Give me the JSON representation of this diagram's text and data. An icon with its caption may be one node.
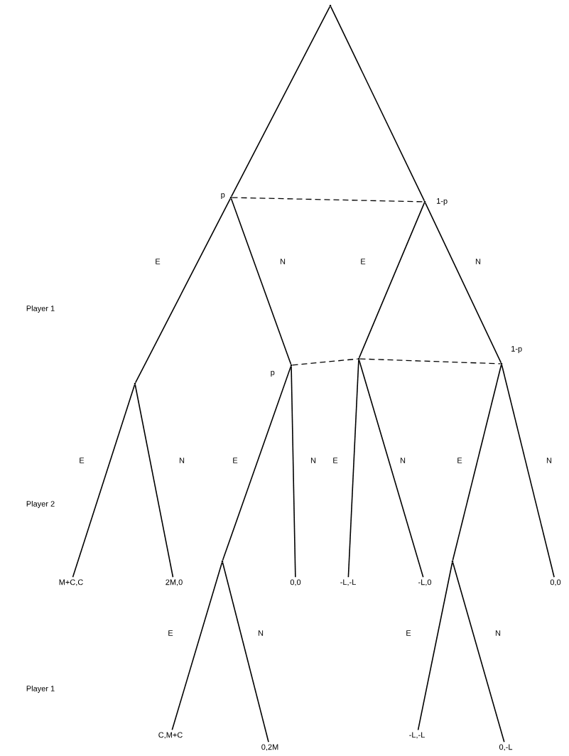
{
  "diagram": {
    "nodes": [
      {
        "text": [],
        "shape": "point"
      },
      {
        "text": [],
        "shape": "point",
        "beside": [
          "p"
        ]
      },
      {
        "text": [],
        "shape": "point",
        "beside": [
          "1-p"
        ]
      },
      {
        "text": [],
        "shape": "point"
      },
      {
        "text": [],
        "shape": "point",
        "beside": [
          "p"
        ]
      },
      {
        "text": [],
        "shape": "point"
      },
      {
        "text": [],
        "shape": "point",
        "beside": [
          "1-p"
        ]
      },
      {
        "text": [
          "M+C,C"
        ]
      },
      {
        "text": [
          "2M,0"
        ]
      },
      {
        "text": [],
        "shape": "point"
      },
      {
        "text": [
          "0,0"
        ]
      },
      {
        "text": [
          "-L,-L"
        ]
      },
      {
        "text": [
          "-L,0"
        ]
      },
      {
        "text": [],
        "shape": "point"
      },
      {
        "text": [
          "0,0"
        ]
      },
      {
        "text": [
          "C,M+C"
        ]
      },
      {
        "text": [
          "0,2M"
        ]
      },
      {
        "text": [
          "-L,-L"
        ]
      },
      {
        "text": [
          "0,-L"
        ]
      }
    ],
    "edges": [
      {
        "from": 0,
        "to": 1,
        "arrow": "none"
      },
      {
        "from": 0,
        "to": 2,
        "arrow": "none"
      },
      {
        "from": 1,
        "to": 2,
        "arrow": "none",
        "style": "dashed"
      },
      {
        "from": 1,
        "to": 3,
        "arrow": "none",
        "label": "E"
      },
      {
        "from": 1,
        "to": 4,
        "arrow": "none",
        "label": "N"
      },
      {
        "from": 2,
        "to": 5,
        "arrow": "none",
        "label": "E"
      },
      {
        "from": 2,
        "to": 6,
        "arrow": "none",
        "label": "N"
      },
      {
        "from": 4,
        "to": 5,
        "arrow": "none",
        "style": "dashed"
      },
      {
        "from": 5,
        "to": 6,
        "arrow": "none",
        "style": "dashed"
      },
      {
        "from": 3,
        "to": 7,
        "arrow": "none",
        "label": "E"
      },
      {
        "from": 3,
        "to": 8,
        "arrow": "none",
        "label": "N"
      },
      {
        "from": 4,
        "to": 9,
        "arrow": "none",
        "label": "E"
      },
      {
        "from": 4,
        "to": 10,
        "arrow": "none",
        "label": "N"
      },
      {
        "from": 5,
        "to": 11,
        "arrow": "none",
        "label": "E"
      },
      {
        "from": 5,
        "to": 12,
        "arrow": "none",
        "label": "N"
      },
      {
        "from": 6,
        "to": 13,
        "arrow": "none",
        "label": "E"
      },
      {
        "from": 6,
        "to": 14,
        "arrow": "none",
        "label": "N"
      },
      {
        "from": 9,
        "to": 15,
        "arrow": "none",
        "label": "E"
      },
      {
        "from": 9,
        "to": 16,
        "arrow": "none",
        "label": "N"
      },
      {
        "from": 13,
        "to": 17,
        "arrow": "none",
        "label": "E"
      },
      {
        "from": 13,
        "to": 18,
        "arrow": "none",
        "label": "N"
      }
    ],
    "labels": [
      "Player 1",
      "Player 2",
      "Player 1"
    ]
  }
}
